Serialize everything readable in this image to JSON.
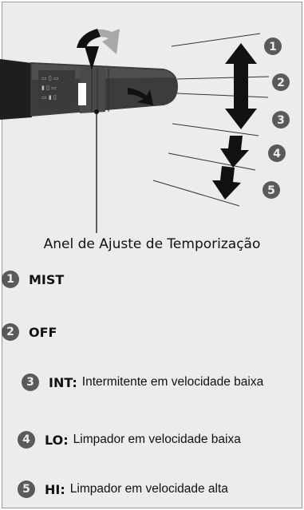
{
  "diagram": {
    "caption": "Anel de Ajuste de Temporização",
    "markers": [
      "1",
      "2",
      "3",
      "4",
      "5"
    ]
  },
  "legend": {
    "items": [
      {
        "number": "1",
        "code": "MIST",
        "description": ""
      },
      {
        "number": "2",
        "code": "OFF",
        "description": ""
      },
      {
        "number": "3",
        "code": "INT:",
        "description": "Intermitente em velocidade baixa"
      },
      {
        "number": "4",
        "code": "LO:",
        "description": "Limpador em velocidade baixa"
      },
      {
        "number": "5",
        "code": "HI:",
        "description": "Limpador em velocidade alta"
      }
    ]
  },
  "colors": {
    "panel": "#ececec",
    "marker": "#5a5a5a",
    "stalk": "#3c3c3c"
  }
}
